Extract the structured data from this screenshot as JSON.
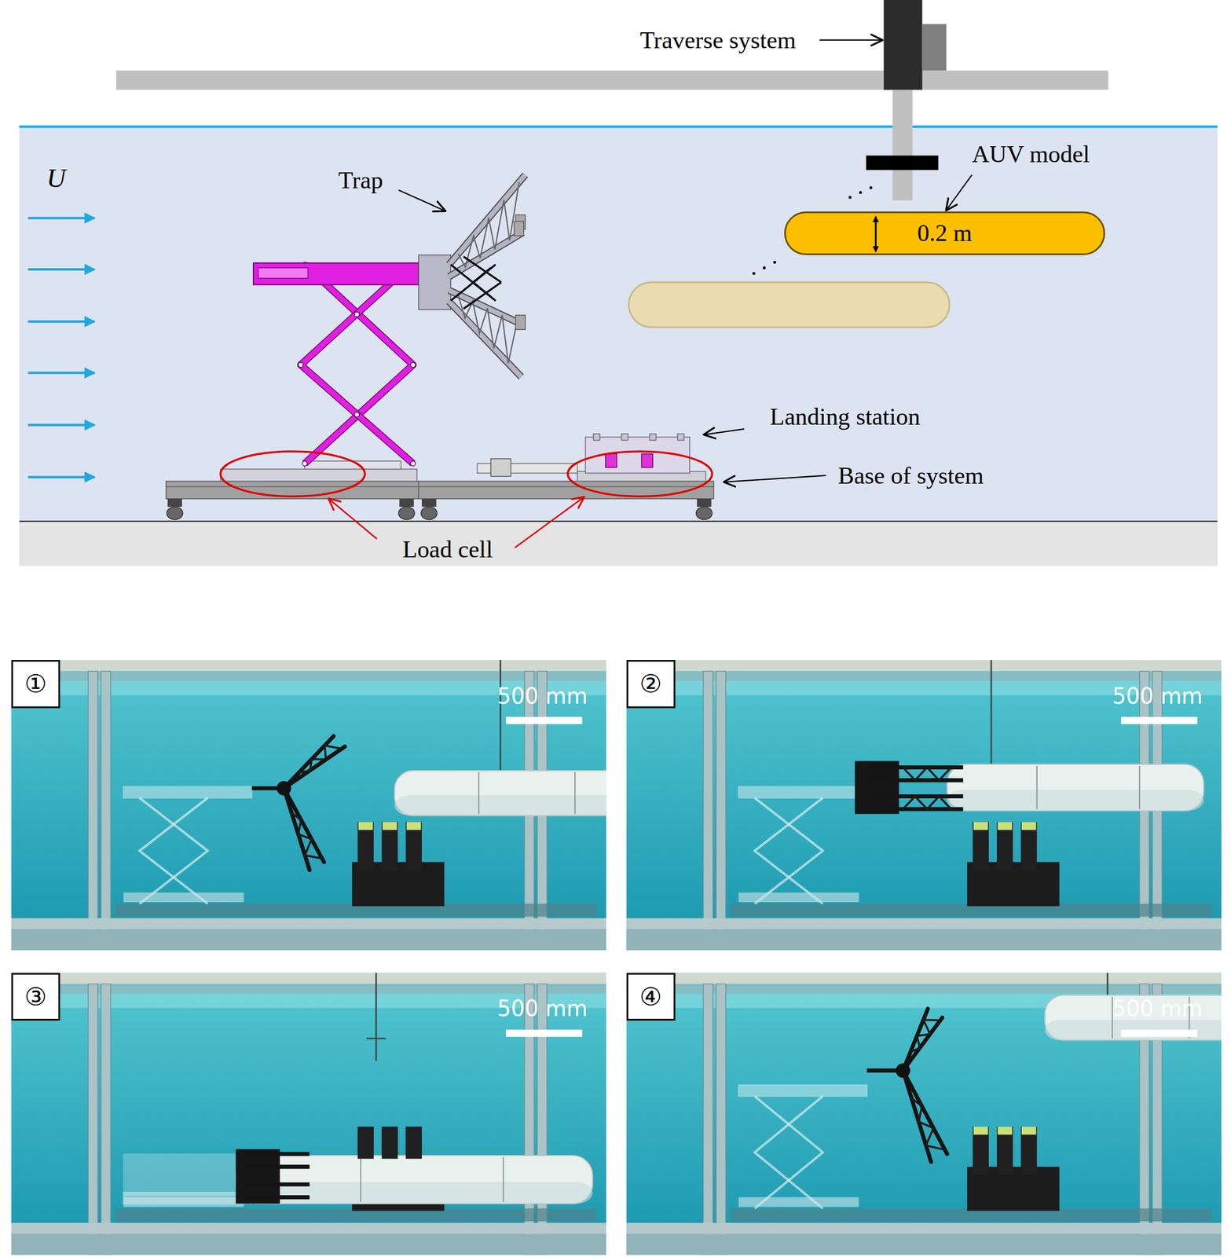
{
  "diagram": {
    "nodes": [
      {
        "text": [
          "0.2 m"
        ]
      },
      {
        "text": [
          "①"
        ]
      },
      {
        "text": [
          "②"
        ]
      },
      {
        "text": [
          "③"
        ]
      },
      {
        "text": [
          "④"
        ]
      }
    ],
    "labels": [
      "Traverse system",
      "U",
      "Trap",
      "AUV model",
      "Landing station",
      "Base of system",
      "Load cell",
      "500 mm",
      "500 mm",
      "500 mm",
      "500 mm"
    ]
  }
}
